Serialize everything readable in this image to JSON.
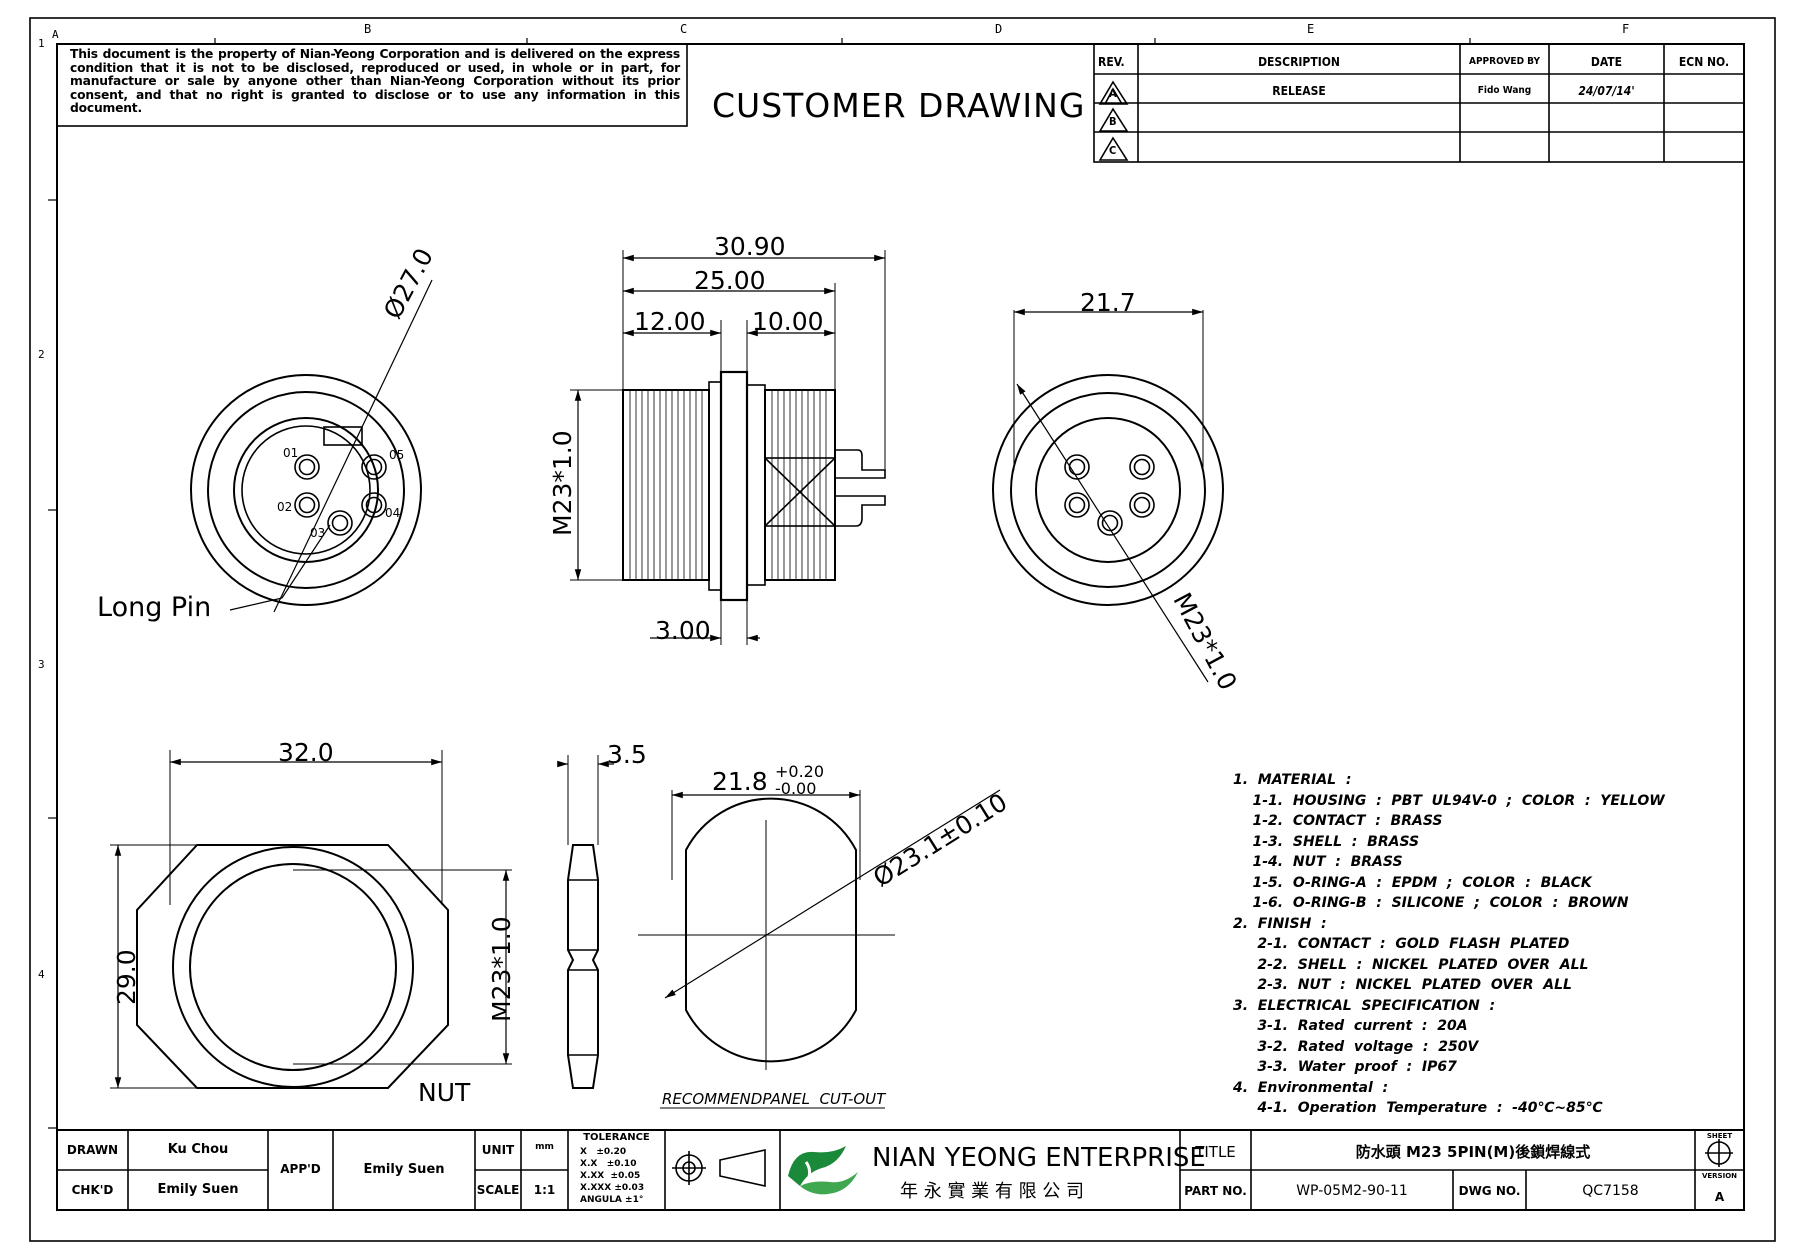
{
  "notice": "This document is the property of Nian-Yeong Corporation and is delivered on the express condition that it is not to be disclosed, reproduced or used, in whole or in part, for manufacture or sale by anyone other than Nian-Yeong Corporation without its prior consent, and that no right is granted to disclose or to use any information in this document.",
  "drawing_title": "CUSTOMER DRAWING",
  "zone_letters": [
    "A",
    "B",
    "C",
    "D",
    "E",
    "F"
  ],
  "zone_numbers": [
    "1",
    "2",
    "3",
    "4"
  ],
  "revision_table": {
    "headers": {
      "rev": "REV.",
      "description": "DESCRIPTION",
      "approved": "APPROVED BY",
      "date": "DATE",
      "ecn": "ECN NO."
    },
    "rows": [
      {
        "rev": "A",
        "description": "RELEASE",
        "approved": "Fido Wang",
        "date": "24/07/14'",
        "ecn": ""
      },
      {
        "rev": "B",
        "description": "",
        "approved": "",
        "date": "",
        "ecn": ""
      },
      {
        "rev": "C",
        "description": "",
        "approved": "",
        "date": "",
        "ecn": ""
      }
    ]
  },
  "dimensions": {
    "front_dia": "Ø27.0",
    "pin_labels": [
      "01",
      "02",
      "03",
      "04",
      "05"
    ],
    "long_pin": "Long Pin",
    "side_30_90": "30.90",
    "side_25_00": "25.00",
    "side_12_00": "12.00",
    "side_10_00": "10.00",
    "side_3_00": "3.00",
    "side_thread": "M23*1.0",
    "rear_21_7": "21.7",
    "rear_thread": "M23*1.0",
    "nut_32": "32.0",
    "nut_29": "29.0",
    "nut_thread": "M23*1.0",
    "nut_label": "NUT",
    "nut_thick": "3.5",
    "cut_width": "21.8",
    "cut_tol_up": "+0.20",
    "cut_tol_down": "-0.00",
    "cut_dia": "Ø23.1±0.10",
    "cut_label": "RECOMMENDPANEL  CUT-OUT"
  },
  "notes": [
    "1.  MATERIAL  :",
    "    1-1.  HOUSING  :  PBT  UL94V-0  ;  COLOR  :  YELLOW",
    "    1-2.  CONTACT  :  BRASS",
    "    1-3.  SHELL  :  BRASS",
    "    1-4.  NUT  :  BRASS",
    "    1-5.  O-RING-A  :  EPDM  ;  COLOR  :  BLACK",
    "    1-6.  O-RING-B  :  SILICONE  ;  COLOR  :  BROWN",
    "2.  FINISH  :",
    "     2-1.  CONTACT  :  GOLD  FLASH  PLATED",
    "     2-2.  SHELL  :  NICKEL  PLATED  OVER  ALL",
    "     2-3.  NUT  :  NICKEL  PLATED  OVER  ALL",
    "3.  ELECTRICAL  SPECIFICATION  :",
    "     3-1.  Rated  current  :  20A",
    "     3-2.  Rated  voltage  :  250V",
    "     3-3.  Water  proof  :  IP67",
    "4.  Environmental  :",
    "     4-1.  Operation  Temperature  :  -40℃~85℃"
  ],
  "title_block": {
    "drawn_label": "DRAWN",
    "drawn": "Ku Chou",
    "chkd_label": "CHK'D",
    "chkd": "Emily Suen",
    "appd_label": "APP'D",
    "appd": "Emily Suen",
    "unit_label": "UNIT",
    "unit": "mm",
    "scale_label": "SCALE",
    "scale": "1:1",
    "tol_title": "TOLERANCE",
    "tol_rows": [
      [
        "X",
        "±0.20"
      ],
      [
        "X.X",
        "±0.10"
      ],
      [
        "X.XX",
        "±0.05"
      ],
      [
        "X.XXX",
        "±0.03"
      ],
      [
        "ANGULA",
        "±1°"
      ]
    ],
    "company": "NIAN YEONG ENTERPRISE",
    "company_cn": "年 永 實 業 有 限 公 司",
    "title_label": "TITLE",
    "title_value": "防水頭  M23  5PIN(M)後鎖焊線式",
    "part_label": "PART NO.",
    "part": "WP-05M2-90-11",
    "dwg_label": "DWG NO.",
    "dwg": "QC7158",
    "sheet_label": "SHEET",
    "version_label": "VERSION",
    "version": "A"
  }
}
